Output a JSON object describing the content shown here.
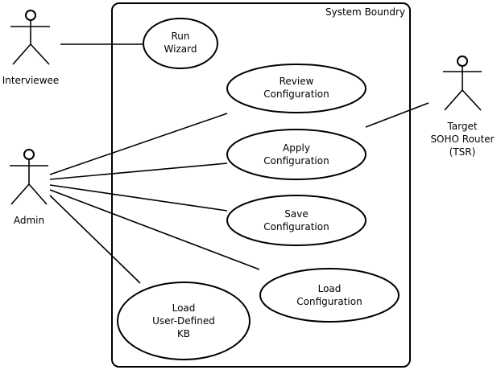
{
  "boundary": {
    "label": "System Boundry"
  },
  "actors": [
    {
      "id": "interviewee",
      "lines": [
        "Interviewee"
      ]
    },
    {
      "id": "admin",
      "lines": [
        "Admin"
      ]
    },
    {
      "id": "tsr",
      "lines": [
        "Target",
        "SOHO Router",
        "(TSR)"
      ]
    }
  ],
  "use_cases": [
    {
      "id": "run-wizard",
      "lines": [
        "Run",
        "Wizard"
      ]
    },
    {
      "id": "review-configuration",
      "lines": [
        "Review",
        "Configuration"
      ]
    },
    {
      "id": "apply-configuration",
      "lines": [
        "Apply",
        "Configuration"
      ]
    },
    {
      "id": "save-configuration",
      "lines": [
        "Save",
        "Configuration"
      ]
    },
    {
      "id": "load-configuration",
      "lines": [
        "Load",
        "Configuration"
      ]
    },
    {
      "id": "load-kb",
      "lines": [
        "Load",
        "User-Defined",
        "KB"
      ]
    }
  ],
  "style": {
    "line_color": "#000000",
    "background": "#ffffff"
  }
}
